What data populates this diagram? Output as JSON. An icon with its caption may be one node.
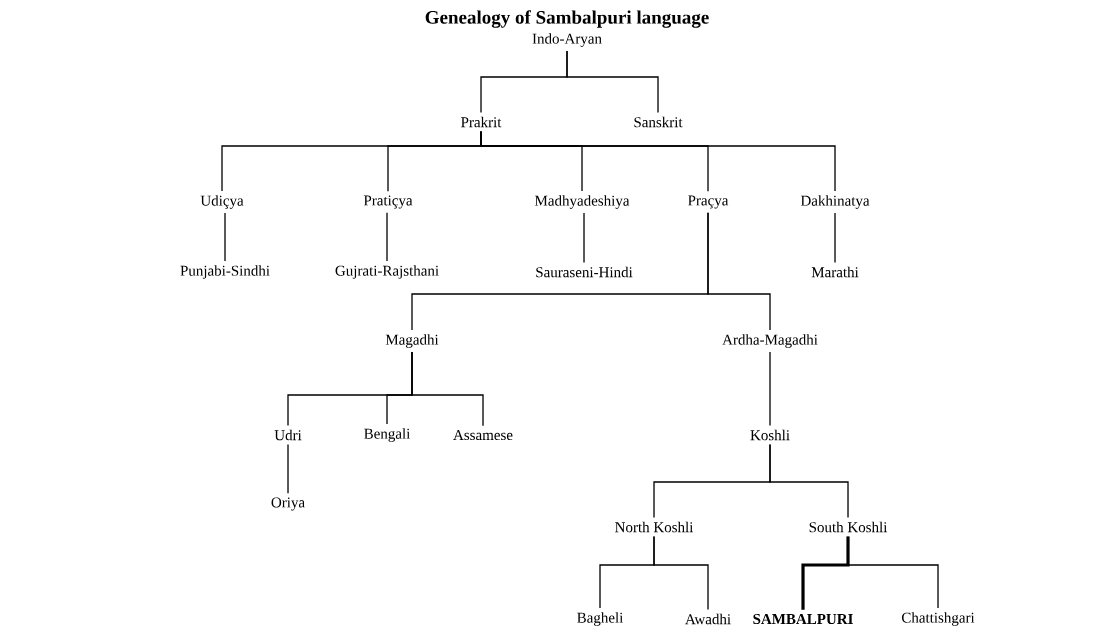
{
  "diagram": {
    "title": "Genealogy of Sambalpuri language",
    "nodes": [
      {
        "text": [
          "Indo-Aryan"
        ]
      },
      {
        "text": [
          "Prakrit"
        ]
      },
      {
        "text": [
          "Sanskrit"
        ]
      },
      {
        "text": [
          "Udiçya"
        ]
      },
      {
        "text": [
          "Pratiçya"
        ]
      },
      {
        "text": [
          "Madhyadeshiya"
        ]
      },
      {
        "text": [
          "Praçya"
        ]
      },
      {
        "text": [
          "Dakhinatya"
        ]
      },
      {
        "text": [
          "Punjabi-Sindhi"
        ]
      },
      {
        "text": [
          "Gujrati-Rajsthani"
        ]
      },
      {
        "text": [
          "Sauraseni-Hindi"
        ]
      },
      {
        "text": [
          "Marathi"
        ]
      },
      {
        "text": [
          "Magadhi"
        ]
      },
      {
        "text": [
          "Ardha-Magadhi"
        ]
      },
      {
        "text": [
          "Udri"
        ]
      },
      {
        "text": [
          "Bengali"
        ]
      },
      {
        "text": [
          "Assamese"
        ]
      },
      {
        "text": [
          "Koshli"
        ]
      },
      {
        "text": [
          "Oriya"
        ]
      },
      {
        "text": [
          "North Koshli"
        ]
      },
      {
        "text": [
          "South Koshli"
        ]
      },
      {
        "text": [
          "Bagheli"
        ]
      },
      {
        "text": [
          "Awadhi"
        ]
      },
      {
        "text": [
          "SAMBALPURI"
        ]
      },
      {
        "text": [
          "Chattishgari"
        ]
      }
    ],
    "edges": [
      {
        "from": 0,
        "to": 1,
        "arrow": "none"
      },
      {
        "from": 0,
        "to": 2,
        "arrow": "none"
      },
      {
        "from": 1,
        "to": 3,
        "arrow": "none"
      },
      {
        "from": 1,
        "to": 4,
        "arrow": "none"
      },
      {
        "from": 1,
        "to": 5,
        "arrow": "none"
      },
      {
        "from": 1,
        "to": 6,
        "arrow": "none"
      },
      {
        "from": 1,
        "to": 7,
        "arrow": "none"
      },
      {
        "from": 3,
        "to": 8,
        "arrow": "none"
      },
      {
        "from": 4,
        "to": 9,
        "arrow": "none"
      },
      {
        "from": 5,
        "to": 10,
        "arrow": "none"
      },
      {
        "from": 7,
        "to": 11,
        "arrow": "none"
      },
      {
        "from": 6,
        "to": 12,
        "arrow": "none"
      },
      {
        "from": 6,
        "to": 13,
        "arrow": "none"
      },
      {
        "from": 12,
        "to": 14,
        "arrow": "none"
      },
      {
        "from": 12,
        "to": 15,
        "arrow": "none"
      },
      {
        "from": 12,
        "to": 16,
        "arrow": "none"
      },
      {
        "from": 14,
        "to": 18,
        "arrow": "none"
      },
      {
        "from": 13,
        "to": 17,
        "arrow": "none"
      },
      {
        "from": 17,
        "to": 19,
        "arrow": "none"
      },
      {
        "from": 17,
        "to": 20,
        "arrow": "none"
      },
      {
        "from": 19,
        "to": 21,
        "arrow": "none"
      },
      {
        "from": 19,
        "to": 22,
        "arrow": "none"
      },
      {
        "from": 20,
        "to": 23,
        "arrow": "none",
        "style": "thick"
      },
      {
        "from": 20,
        "to": 24,
        "arrow": "none"
      }
    ]
  }
}
